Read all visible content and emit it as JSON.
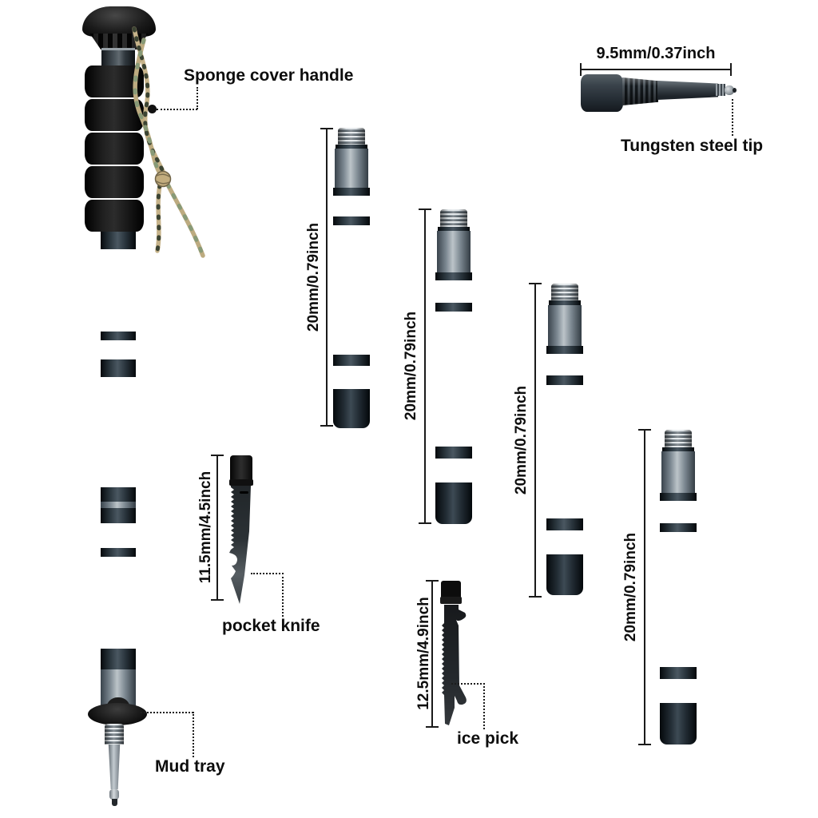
{
  "labels": {
    "handle": "Sponge cover handle",
    "tip_name": "Tungsten steel tip",
    "mud_tray": "Mud tray",
    "pocket_knife": "pocket knife",
    "ice_pick": "ice pick"
  },
  "measurements": {
    "tip": "9.5mm/0.37inch",
    "pocket_knife": "11.5mm/4.5inch",
    "ice_pick": "12.5mm/4.9inch"
  },
  "segments": [
    {
      "measurement": "20mm/0.79inch"
    },
    {
      "measurement": "20mm/0.79inch"
    },
    {
      "measurement": "20mm/0.79inch"
    },
    {
      "measurement": "20mm/0.79inch"
    }
  ],
  "colors": {
    "background": "#ffffff",
    "text": "#0d0d0d",
    "dimension_line": "#1a1a1a",
    "metal_light": "#bcc4c9",
    "metal_mid": "#87939c",
    "metal_dark": "#3e4750",
    "band_dark": "#10161b",
    "foam_black": "#161616",
    "cord_tan": "#c6b38a",
    "cord_green": "#889a77"
  }
}
